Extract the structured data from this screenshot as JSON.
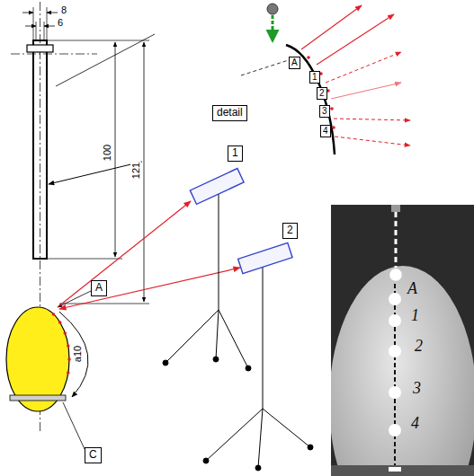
{
  "diagram": {
    "nodes": [
      {
        "text": [
          "A"
        ]
      },
      {
        "text": [
          "C"
        ]
      },
      {
        "text": [
          "1"
        ]
      },
      {
        "text": [
          "2"
        ]
      },
      {
        "text": [
          "detail"
        ]
      },
      {
        "text": [
          "A"
        ]
      },
      {
        "text": [
          "1"
        ]
      },
      {
        "text": [
          "2"
        ]
      },
      {
        "text": [
          "3"
        ]
      },
      {
        "text": [
          "4"
        ]
      }
    ],
    "labels": [
      "8",
      "6",
      "100",
      "121",
      "a10",
      "A",
      "1",
      "2",
      "3",
      "4"
    ]
  }
}
